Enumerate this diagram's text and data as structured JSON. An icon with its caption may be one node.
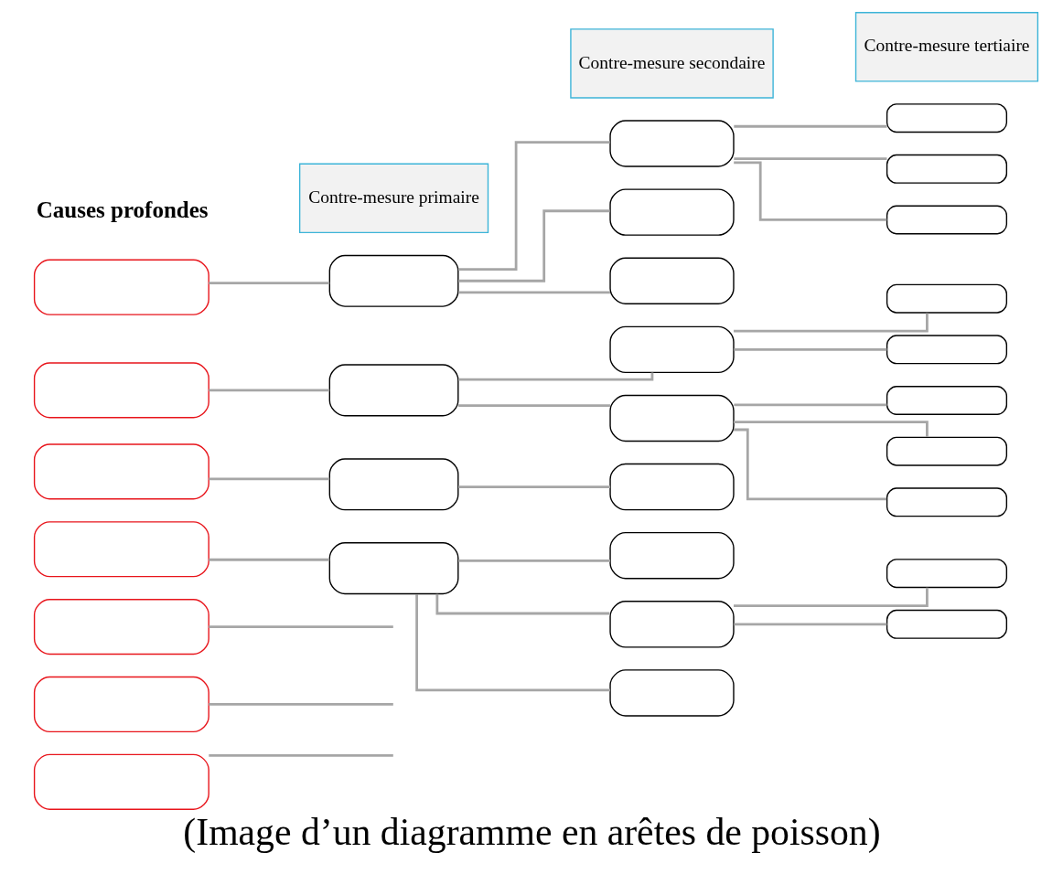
{
  "diagram": {
    "caption": "(Image d’un diagramme en arêtes de poisson)",
    "nodes": [
      {
        "text": [
          "Contre-mesure primaire"
        ]
      },
      {
        "text": [
          "Contre-mesure secondaire"
        ]
      },
      {
        "text": [
          "Contre-mesure tertiaire"
        ]
      },
      {
        "text": [],
        "shape": "box"
      },
      {
        "text": [],
        "shape": "box"
      },
      {
        "text": [],
        "shape": "box"
      },
      {
        "text": [],
        "shape": "box"
      },
      {
        "text": [],
        "shape": "box"
      },
      {
        "text": [],
        "shape": "box"
      },
      {
        "text": [],
        "shape": "box"
      },
      {
        "text": [],
        "shape": "box"
      },
      {
        "text": [],
        "shape": "box"
      },
      {
        "text": [],
        "shape": "box"
      },
      {
        "text": [],
        "shape": "box"
      },
      {
        "text": [],
        "shape": "box"
      },
      {
        "text": [],
        "shape": "box"
      },
      {
        "text": [],
        "shape": "box"
      },
      {
        "text": [],
        "shape": "box"
      },
      {
        "text": [],
        "shape": "box"
      },
      {
        "text": [],
        "shape": "box"
      },
      {
        "text": [],
        "shape": "box"
      },
      {
        "text": [],
        "shape": "box"
      },
      {
        "text": [],
        "shape": "box"
      },
      {
        "text": [],
        "shape": "box"
      },
      {
        "text": [],
        "shape": "box"
      },
      {
        "text": [],
        "shape": "box"
      },
      {
        "text": [],
        "shape": "box"
      },
      {
        "text": [],
        "shape": "box"
      },
      {
        "text": [],
        "shape": "box"
      },
      {
        "text": [],
        "shape": "box"
      },
      {
        "text": [],
        "shape": "box"
      },
      {
        "text": [],
        "shape": "box"
      },
      {
        "text": [],
        "shape": "box"
      }
    ],
    "edges": [
      {
        "from": 3,
        "to": 10,
        "arrow": "none"
      },
      {
        "from": 4,
        "to": 11,
        "arrow": "none"
      },
      {
        "from": 5,
        "to": 12,
        "arrow": "none"
      },
      {
        "from": 6,
        "to": 13,
        "arrow": "none"
      },
      {
        "from": 7,
        "to": null,
        "arrow": "none"
      },
      {
        "from": 8,
        "to": null,
        "arrow": "none"
      },
      {
        "from": 9,
        "to": null,
        "arrow": "none"
      },
      {
        "from": 10,
        "to": 14,
        "arrow": "none"
      },
      {
        "from": 10,
        "to": 15,
        "arrow": "none"
      },
      {
        "from": 10,
        "to": 16,
        "arrow": "none"
      },
      {
        "from": 11,
        "to": 17,
        "arrow": "none"
      },
      {
        "from": 11,
        "to": 18,
        "arrow": "none"
      },
      {
        "from": 12,
        "to": 19,
        "arrow": "none"
      },
      {
        "from": 13,
        "to": 20,
        "arrow": "none"
      },
      {
        "from": 13,
        "to": 21,
        "arrow": "none"
      },
      {
        "from": 13,
        "to": 22,
        "arrow": "none"
      },
      {
        "from": 14,
        "to": 23,
        "arrow": "none"
      },
      {
        "from": 14,
        "to": 24,
        "arrow": "none"
      },
      {
        "from": 14,
        "to": 25,
        "arrow": "none"
      },
      {
        "from": 17,
        "to": 26,
        "arrow": "none"
      },
      {
        "from": 17,
        "to": 27,
        "arrow": "none"
      },
      {
        "from": 18,
        "to": 28,
        "arrow": "none"
      },
      {
        "from": 18,
        "to": 29,
        "arrow": "none"
      },
      {
        "from": 18,
        "to": 30,
        "arrow": "none"
      },
      {
        "from": 21,
        "to": 31,
        "arrow": "none"
      },
      {
        "from": 21,
        "to": 32,
        "arrow": "none"
      }
    ],
    "labels": [
      "Causes profondes"
    ]
  }
}
